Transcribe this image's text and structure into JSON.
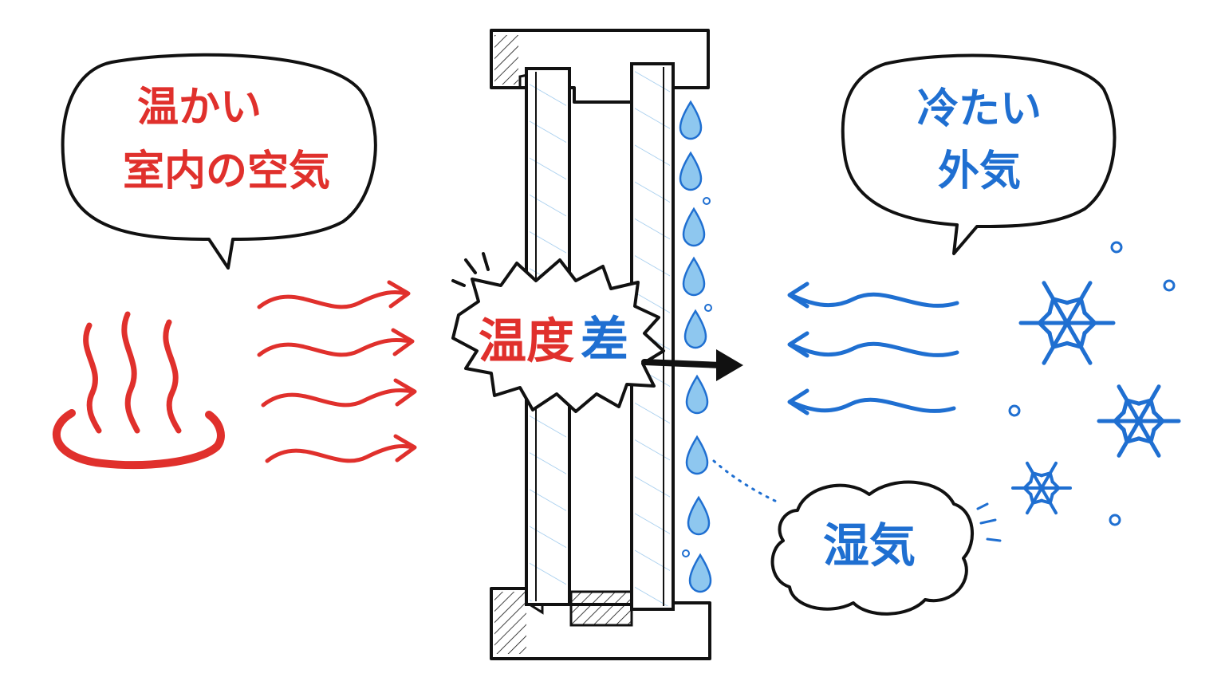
{
  "colors": {
    "warm": "#e0302c",
    "cold": "#1f6fd1",
    "ink": "#111111",
    "glass_hatch": "#7fb8e6",
    "drop_fill": "#8ec7ef"
  },
  "warm_bubble": {
    "line1": "温かい",
    "line2": "室内の空気"
  },
  "cold_bubble": {
    "line1": "冷たい",
    "line2": "外気"
  },
  "burst": {
    "part_warm": "温度",
    "part_cold": "差"
  },
  "cloud": {
    "text": "湿気"
  },
  "icons": {
    "steam": "hot-spring-steam-icon",
    "snowflake": "snowflake-icon",
    "water_drop": "water-drop-icon",
    "arrow": "heat-transfer-arrow-icon"
  }
}
